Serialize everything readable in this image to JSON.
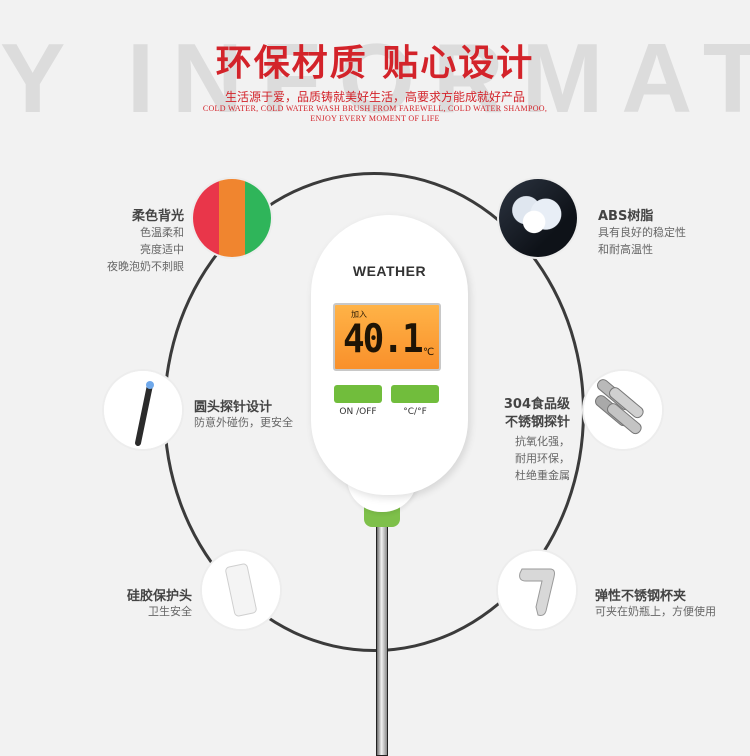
{
  "background_word": "Y INFORMATIO",
  "header": {
    "title": "环保材质 贴心设计",
    "subtitle": "生活源于爱，品质铸就美好生活，高要求方能成就好产品",
    "english_line1": "COLD WATER, COLD WATER WASH BRUSH FROM FAREWELL, COLD WATER SHAMPOO,",
    "english_line2": "ENJOY EVERY MOMENT OF LIFE"
  },
  "features": {
    "backlight": {
      "title": "柔色背光",
      "lines": [
        "色温柔和",
        "亮度适中",
        "夜晚泡奶不刺眼"
      ],
      "colors": [
        "#e9364a",
        "#f0852f",
        "#2fb55a"
      ]
    },
    "abs": {
      "title": "ABS树脂",
      "lines": [
        "具有良好的稳定性",
        "和耐高温性"
      ]
    },
    "probe_tip": {
      "title": "圆头探针设计",
      "lines": [
        "防意外碰伤，更安全"
      ]
    },
    "steel": {
      "title_lines": [
        "304食品级",
        "不锈钢探针"
      ],
      "lines": [
        "抗氧化强，",
        "耐用环保，",
        "杜绝重金属"
      ]
    },
    "silicone": {
      "title": "硅胶保护头",
      "lines": [
        "卫生安全"
      ]
    },
    "clip": {
      "title": "弹性不锈钢杯夹",
      "lines": [
        "可夹在奶瓶上，方便使用"
      ]
    }
  },
  "device": {
    "brand": "WEATHER",
    "lcd_tag": "加入",
    "reading": "40.1",
    "unit": "℃",
    "buttons": [
      "ON /OFF",
      "°C/°F"
    ]
  },
  "colors": {
    "accent_red": "#d3232a",
    "button_green": "#71bd3c",
    "lcd_orange": "#f9902b"
  }
}
